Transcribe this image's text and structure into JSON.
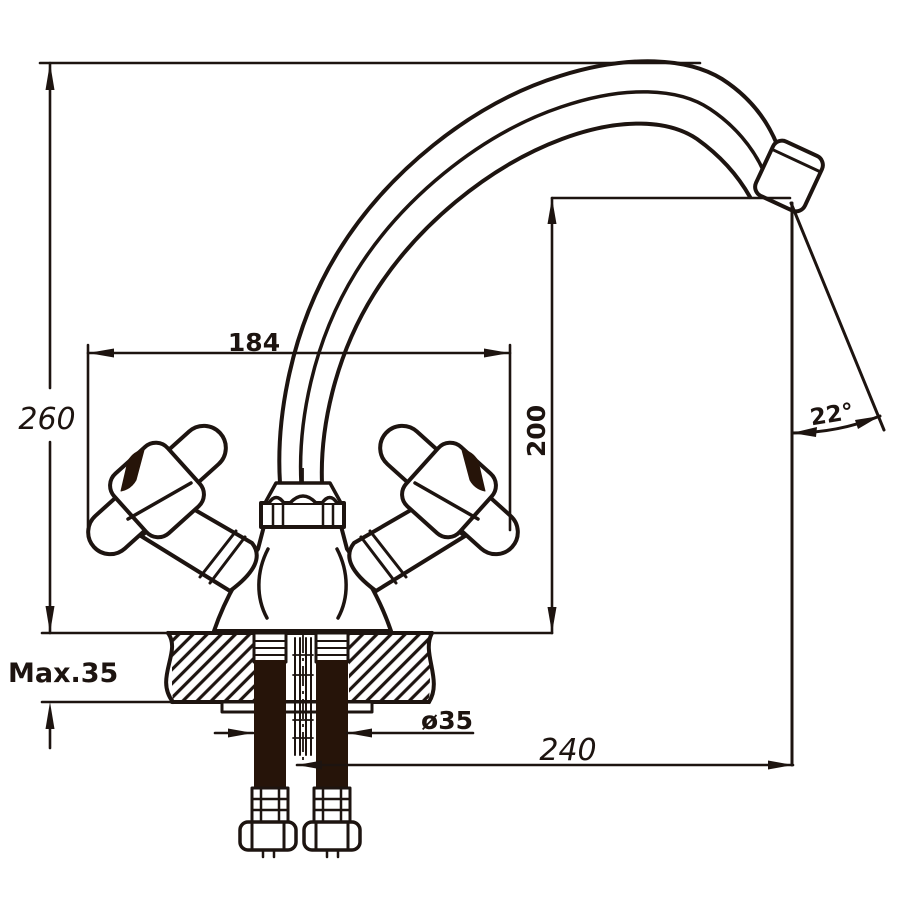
{
  "drawing": {
    "kind": "technical dimension drawing",
    "subject": "two-handle mixer faucet, side view with mounting cross-section",
    "colors": {
      "line": "#1d1410",
      "hose_fill": "#261409",
      "background": "#ffffff"
    },
    "dims": {
      "overall_height": "260",
      "handle_width": "184",
      "spout_height": "200",
      "spout_angle": "22°",
      "max_counter_thickness": "Max.35",
      "hole_diameter": "ø35",
      "spout_reach": "240"
    }
  }
}
